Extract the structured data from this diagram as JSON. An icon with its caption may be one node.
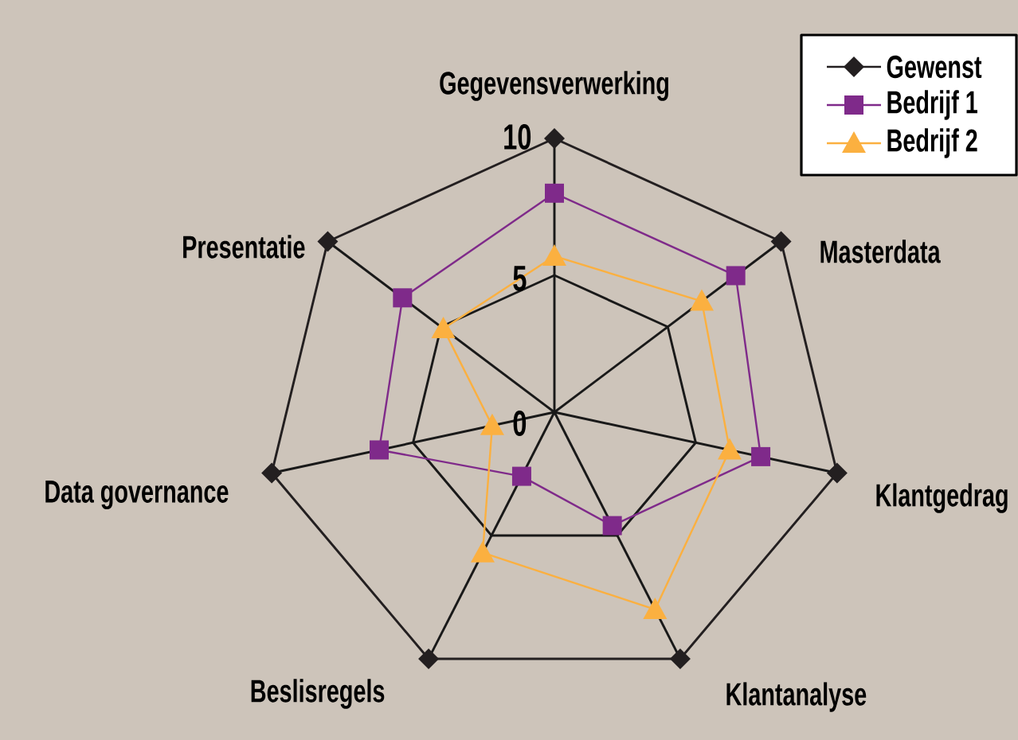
{
  "diagram": {
    "labels": [
      "Gegevensverwerking",
      "10",
      "Masterdata",
      "Presentatie",
      "5",
      "0",
      "Data governance",
      "Klantgedrag",
      "Beslisregels",
      "Klantanalyse"
    ],
    "legend": [
      {
        "text": "Gewenst"
      },
      {
        "text": "Bedrijf 1"
      },
      {
        "text": "Bedrijf 2"
      }
    ]
  }
}
